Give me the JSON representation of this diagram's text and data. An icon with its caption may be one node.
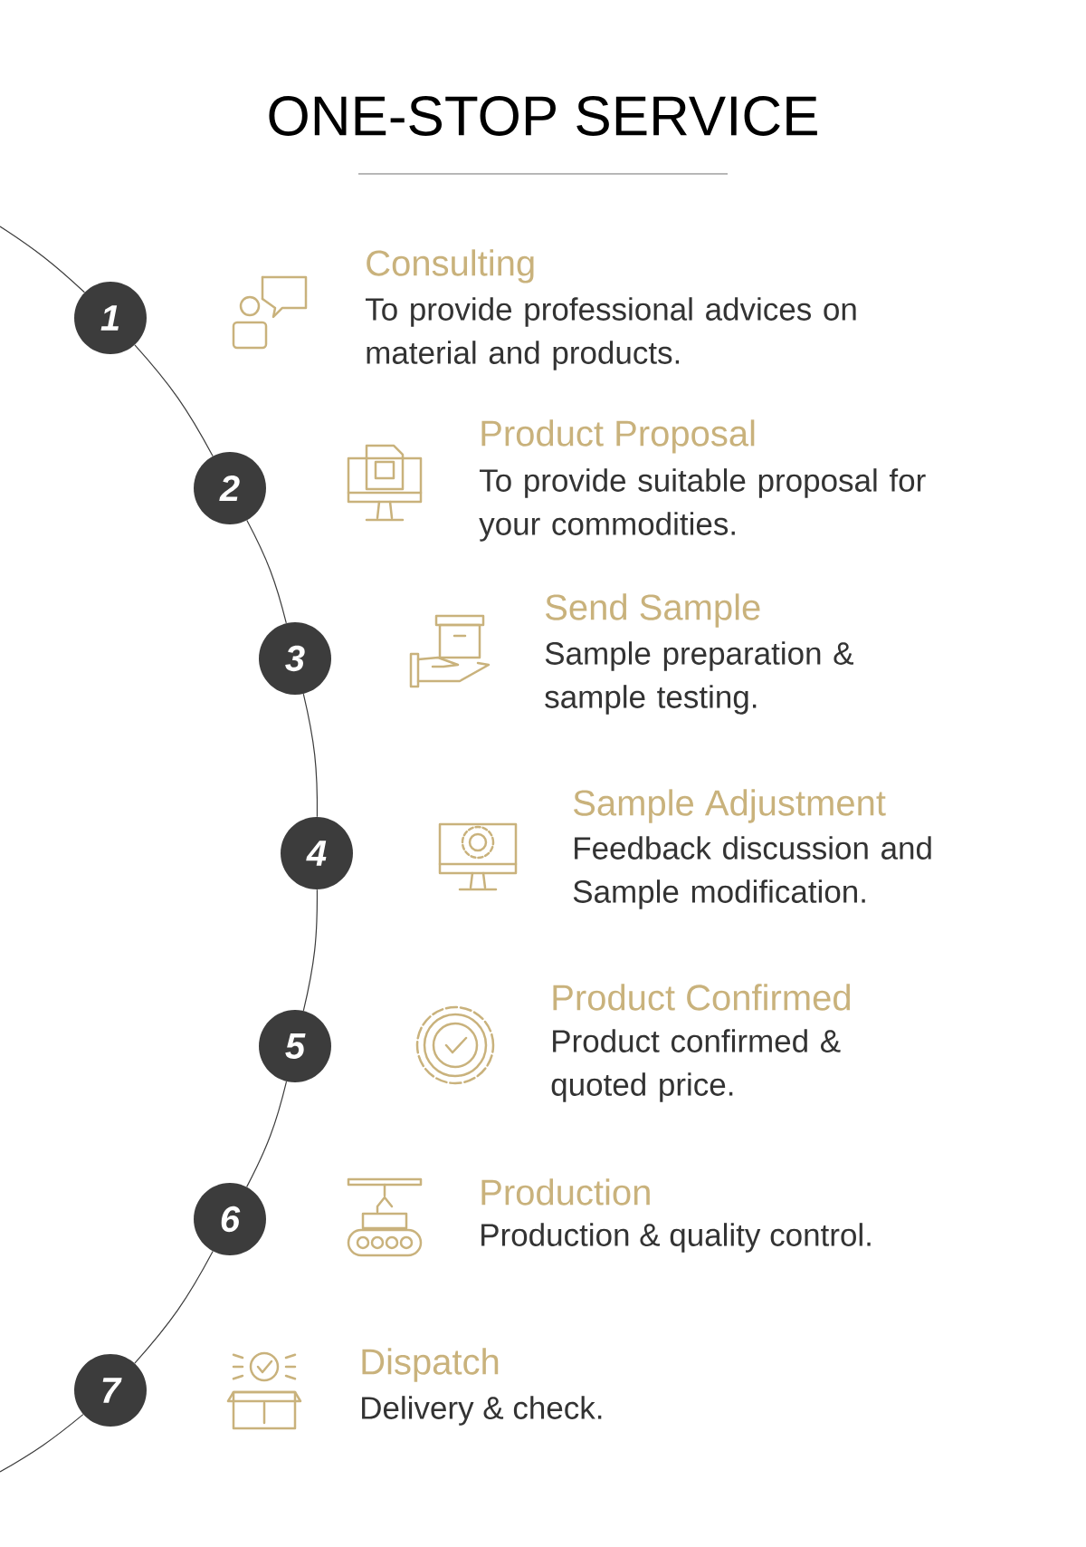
{
  "diagram": {
    "title": "ONE-STOP SERVICE",
    "nodes": [
      {
        "text": [
          "1"
        ],
        "beside": [
          "Consulting",
          "To provide professional advices on material and products."
        ]
      },
      {
        "text": [
          "2"
        ],
        "beside": [
          "Product Proposal",
          "To provide suitable proposal for your commodities."
        ]
      },
      {
        "text": [
          "3"
        ],
        "beside": [
          "Send Sample",
          "Sample preparation & sample testing."
        ]
      },
      {
        "text": [
          "4"
        ],
        "beside": [
          "Sample Adjustment",
          "Feedback discussion and Sample modification."
        ]
      },
      {
        "text": [
          "5"
        ],
        "beside": [
          "Product Confirmed",
          "Product confirmed & quoted price."
        ]
      },
      {
        "text": [
          "6"
        ],
        "beside": [
          "Production",
          "Production & quality control."
        ]
      },
      {
        "text": [
          "7"
        ],
        "beside": [
          "Dispatch",
          "Delivery & check."
        ]
      }
    ],
    "edges": [
      {
        "from": null,
        "to": 0,
        "arrow": "none"
      },
      {
        "from": 0,
        "to": 1,
        "arrow": "none"
      },
      {
        "from": 1,
        "to": 2,
        "arrow": "none"
      },
      {
        "from": 2,
        "to": 3,
        "arrow": "none"
      },
      {
        "from": 3,
        "to": 4,
        "arrow": "none"
      },
      {
        "from": 4,
        "to": 5,
        "arrow": "none"
      },
      {
        "from": 5,
        "to": 6,
        "arrow": "none"
      },
      {
        "from": 6,
        "to": null,
        "arrow": "none"
      }
    ]
  }
}
